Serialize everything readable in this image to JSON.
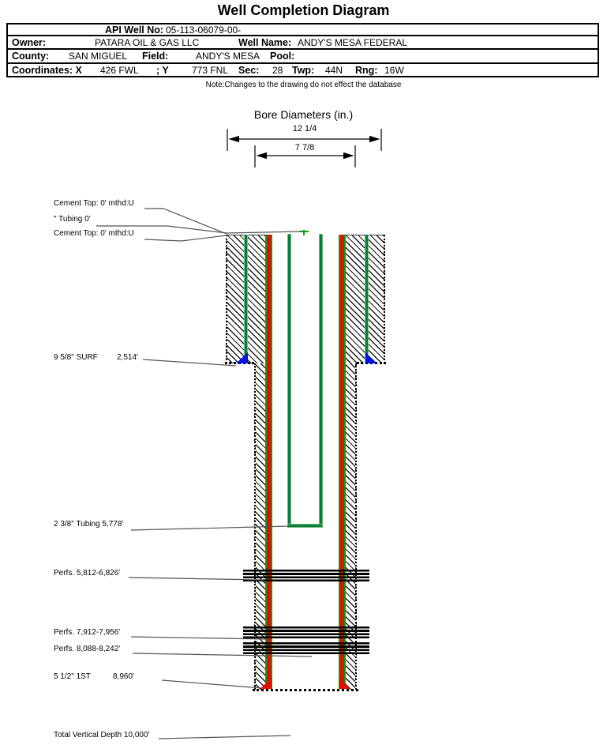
{
  "title": "Well Completion Diagram",
  "note": "Note:Changes to the drawing do not effect the database",
  "table": {
    "api_label": "API Well No:",
    "api_value": "05-113-06079-00-",
    "owner_label": "Owner:",
    "owner_value": "PATARA OIL & GAS LLC",
    "wellname_label": "Well Name:",
    "wellname_value": "ANDY'S MESA FEDERAL",
    "county_label": "County:",
    "county_value": "SAN MIGUEL",
    "field_label": "Field:",
    "field_value": "ANDY'S MESA",
    "pool_label": "Pool:",
    "pool_value": "",
    "coords_label": "Coordinates: X",
    "coords_x_value": "426 FWL",
    "coords_y_label": "; Y",
    "coords_y_value": "773 FNL",
    "sec_label": "Sec:",
    "sec_value": "28",
    "twp_label": "Twp:",
    "twp_value": "44N",
    "rng_label": "Rng:",
    "rng_value": "16W"
  },
  "bore": {
    "title": "Bore Diameters (in.)",
    "outer_label": "12 1/4",
    "inner_label": "7 7/8"
  },
  "annotations": {
    "cement_top_1": "Cement Top: 0' mthd:U",
    "tubing_top": "\" Tubing 0'",
    "cement_top_2": "Cement Top: 0' mthd:U",
    "surf_name": "9 5/8\" SURF",
    "surf_depth": "2,514'",
    "tubing_set": "2 3/8\" Tubing 5,778'",
    "perfs_1": "Perfs. 5,812-6,826'",
    "perfs_2": "Perfs. 7,912-7,956'",
    "perfs_3": "Perfs. 8,088-8,242'",
    "prod_name": "5 1/2\" 1ST",
    "prod_depth": "8,960'",
    "tvd": "Total Vertical Depth 10,000'"
  },
  "colors": {
    "casing_red": "#e01000",
    "cement_green": "#0f9c13",
    "tubing_green": "#087c46",
    "shoe_blue": "#0012e6",
    "leader_gray": "#555555"
  }
}
